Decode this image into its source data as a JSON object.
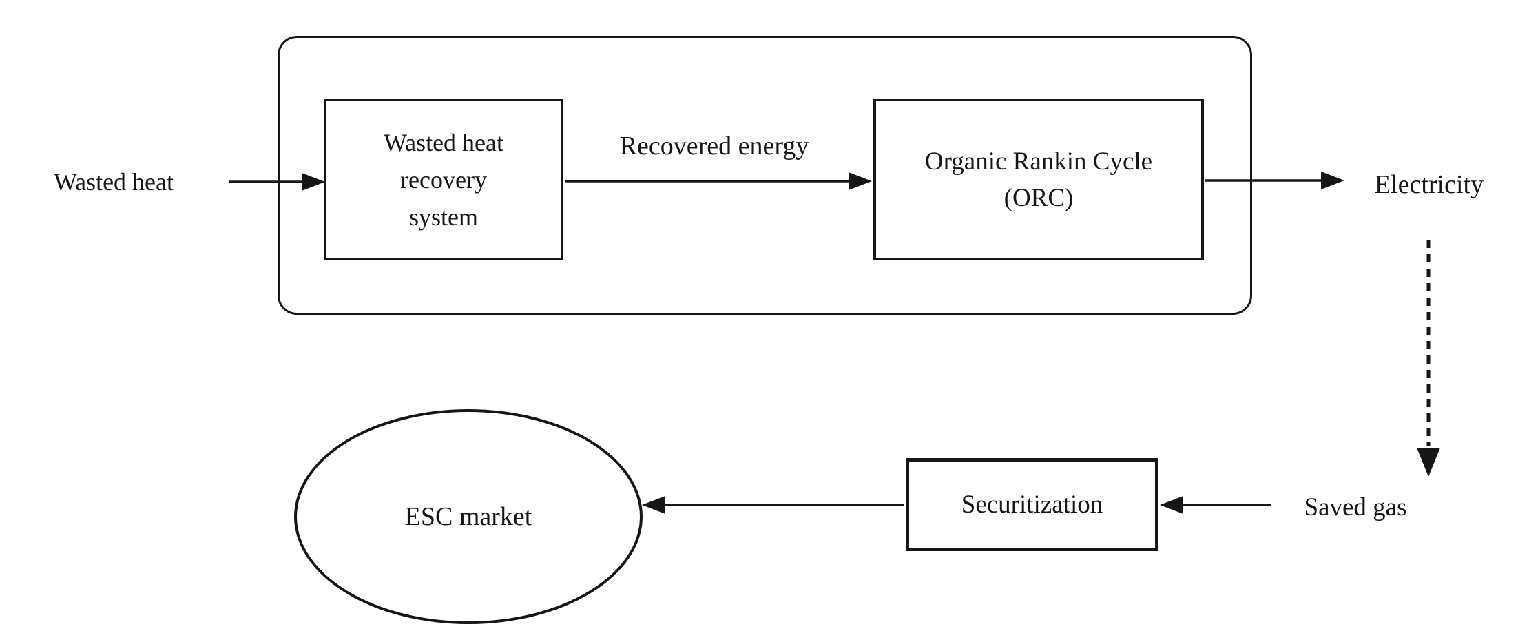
{
  "figure": {
    "colors": {
      "ink": "#161616",
      "background": "#ffffff"
    },
    "flow_labels": {
      "wasted_heat": "Wasted heat",
      "recovered_energy": "Recovered energy",
      "electricity": "Electricity",
      "saved_gas": "Saved gas"
    },
    "nodes": {
      "recovery_system": {
        "lines": [
          "Wasted heat",
          "recovery",
          "system"
        ]
      },
      "orc": {
        "lines": [
          "Organic Rankin Cycle",
          "(ORC)"
        ]
      },
      "securitization": {
        "label": "Securitization"
      },
      "esc_market": {
        "label": "ESC market"
      }
    }
  }
}
